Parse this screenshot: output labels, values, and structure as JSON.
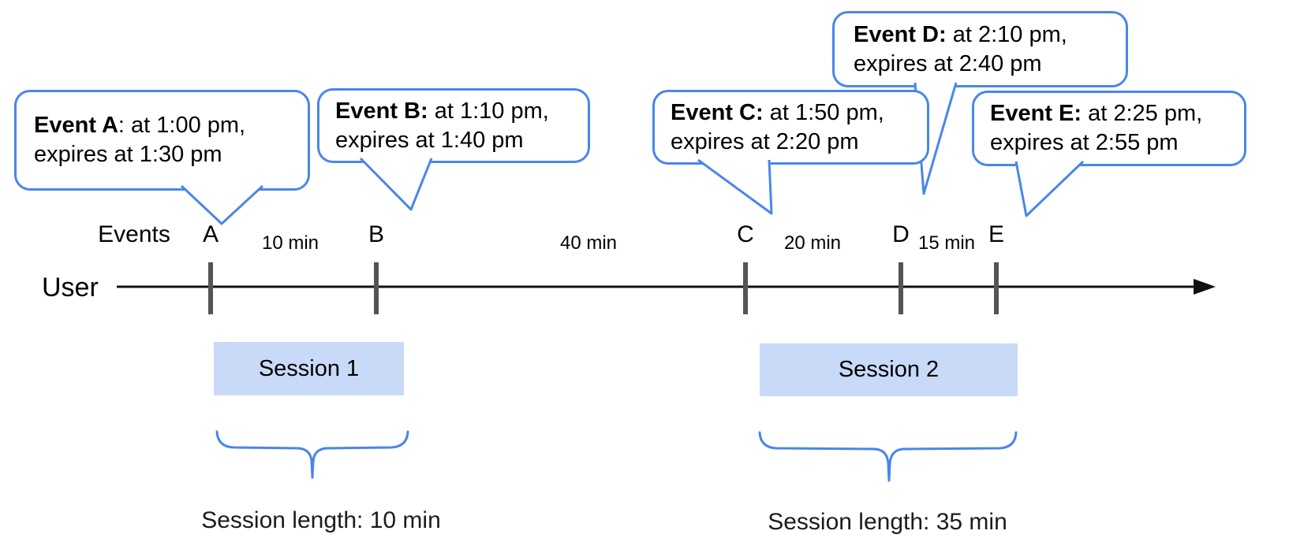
{
  "axis": {
    "events_label": "Events",
    "user_label": "User"
  },
  "events": [
    {
      "letter": "A",
      "bold": "Event A",
      "rest": ": at 1:00 pm,",
      "line2": "expires at 1:30 pm"
    },
    {
      "letter": "B",
      "bold": "Event B:",
      "rest": " at 1:10 pm,",
      "line2": "expires at 1:40 pm"
    },
    {
      "letter": "C",
      "bold": "Event C:",
      "rest": " at 1:50 pm,",
      "line2": "expires at 2:20 pm"
    },
    {
      "letter": "D",
      "bold": "Event D:",
      "rest": " at 2:10 pm,",
      "line2": "expires at 2:40 pm"
    },
    {
      "letter": "E",
      "bold": "Event E:",
      "rest": " at 2:25 pm,",
      "line2": "expires at 2:55 pm"
    }
  ],
  "intervals": [
    {
      "label": "10 min"
    },
    {
      "label": "40 min"
    },
    {
      "label": "20 min"
    },
    {
      "label": "15 min"
    }
  ],
  "sessions": [
    {
      "label": "Session 1",
      "length_label": "Session length: 10 min"
    },
    {
      "label": "Session 2",
      "length_label": "Session length: 35 min"
    }
  ],
  "colors": {
    "accent_blue": "#4a86e8",
    "session_fill": "#c9daf8",
    "tick_gray": "#545454",
    "line_black": "#111111"
  }
}
